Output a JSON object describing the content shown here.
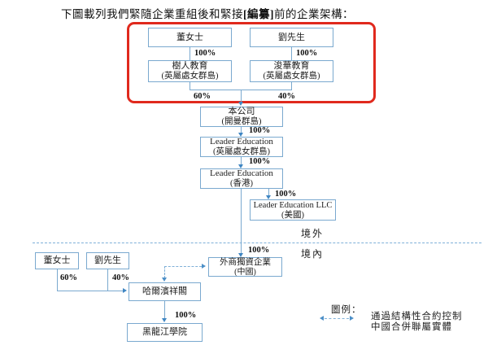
{
  "title": {
    "part1": "下圖載列我們緊隨企業重組後和緊接",
    "redacted": "[編纂]",
    "part2": "前的企業架構："
  },
  "nodes": {
    "dong_offshore": {
      "line1": "董女士"
    },
    "liu_offshore": {
      "line1": "劉先生"
    },
    "shuren": {
      "line1": "樹人教育",
      "line2": "(英屬處女群島)"
    },
    "junhua": {
      "line1": "浚華教育",
      "line2": "(英屬處女群島)"
    },
    "company": {
      "line1": "本公司",
      "line2": "(開曼群島)"
    },
    "leader_bvi": {
      "line1": "Leader Education",
      "line2": "(英屬處女群島)"
    },
    "leader_hk": {
      "line1": "Leader Education",
      "line2": "(香港)"
    },
    "leader_llc": {
      "line1": "Leader Education LLC",
      "line2": "(美國)"
    },
    "wfoe": {
      "line1": "外商獨資企業",
      "line2": "(中國)"
    },
    "dong_prc": {
      "line1": "董女士"
    },
    "liu_prc": {
      "line1": "劉先生"
    },
    "xiangge": {
      "line1": "哈爾濱祥閣"
    },
    "college": {
      "line1": "黑龍江學院"
    }
  },
  "percentages": {
    "dong_to_shuren": "100%",
    "liu_to_junhua": "100%",
    "shuren_to_company": "60%",
    "junhua_to_company": "40%",
    "company_to_leader_bvi": "100%",
    "leader_bvi_to_leader_hk": "100%",
    "leader_hk_to_llc": "100%",
    "leader_hk_to_wfoe": "100%",
    "dong_to_xiangge": "60%",
    "liu_to_xiangge": "40%",
    "xiangge_to_college": "100%"
  },
  "zones": {
    "offshore": "境外",
    "onshore": "境內"
  },
  "legend": {
    "title": "圖例：",
    "line1": "通過結構性合約控制",
    "line2": "中國合併聯屬實體"
  },
  "colors": {
    "box_border": "#7aa9cf",
    "connector": "#7aa9cf",
    "arrow": "#3f86c3",
    "dashed": "#7fb0d8",
    "highlight_frame": "#e0291d",
    "text": "#1d1d1d"
  }
}
